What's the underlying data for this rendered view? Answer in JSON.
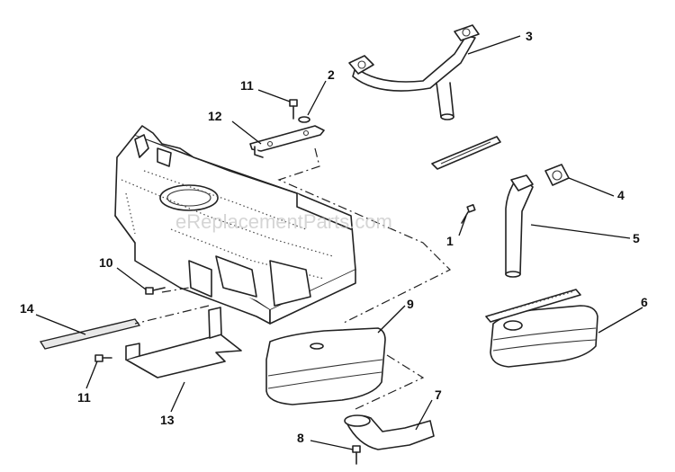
{
  "watermark": "eReplacementParts.com",
  "callouts": {
    "c1": "1",
    "c2": "2",
    "c3": "3",
    "c4": "4",
    "c5": "5",
    "c6": "6",
    "c7": "7",
    "c8": "8",
    "c9": "9",
    "c10": "10",
    "c11a": "11",
    "c11b": "11",
    "c12": "12",
    "c13": "13",
    "c14": "14"
  }
}
